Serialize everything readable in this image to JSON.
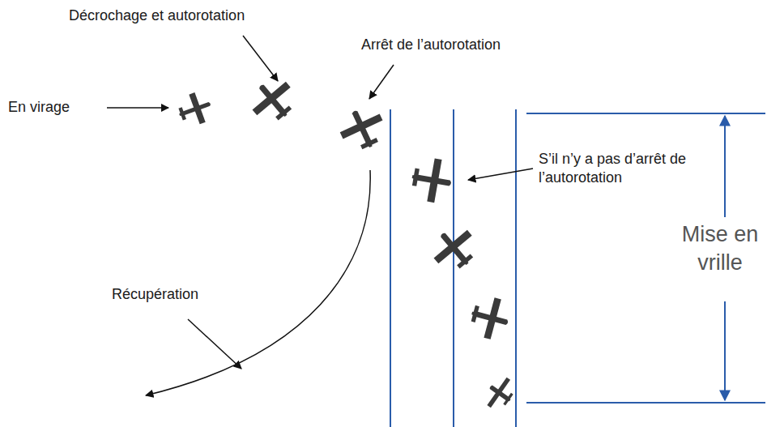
{
  "diagram": {
    "labels": [
      "Décrochage et autorotation",
      "Arrêt de l’autorotation",
      "En virage",
      "S’il n’y a pas d’arrêt de l’autorotation",
      "Mise en vrille",
      "Récupération"
    ]
  }
}
